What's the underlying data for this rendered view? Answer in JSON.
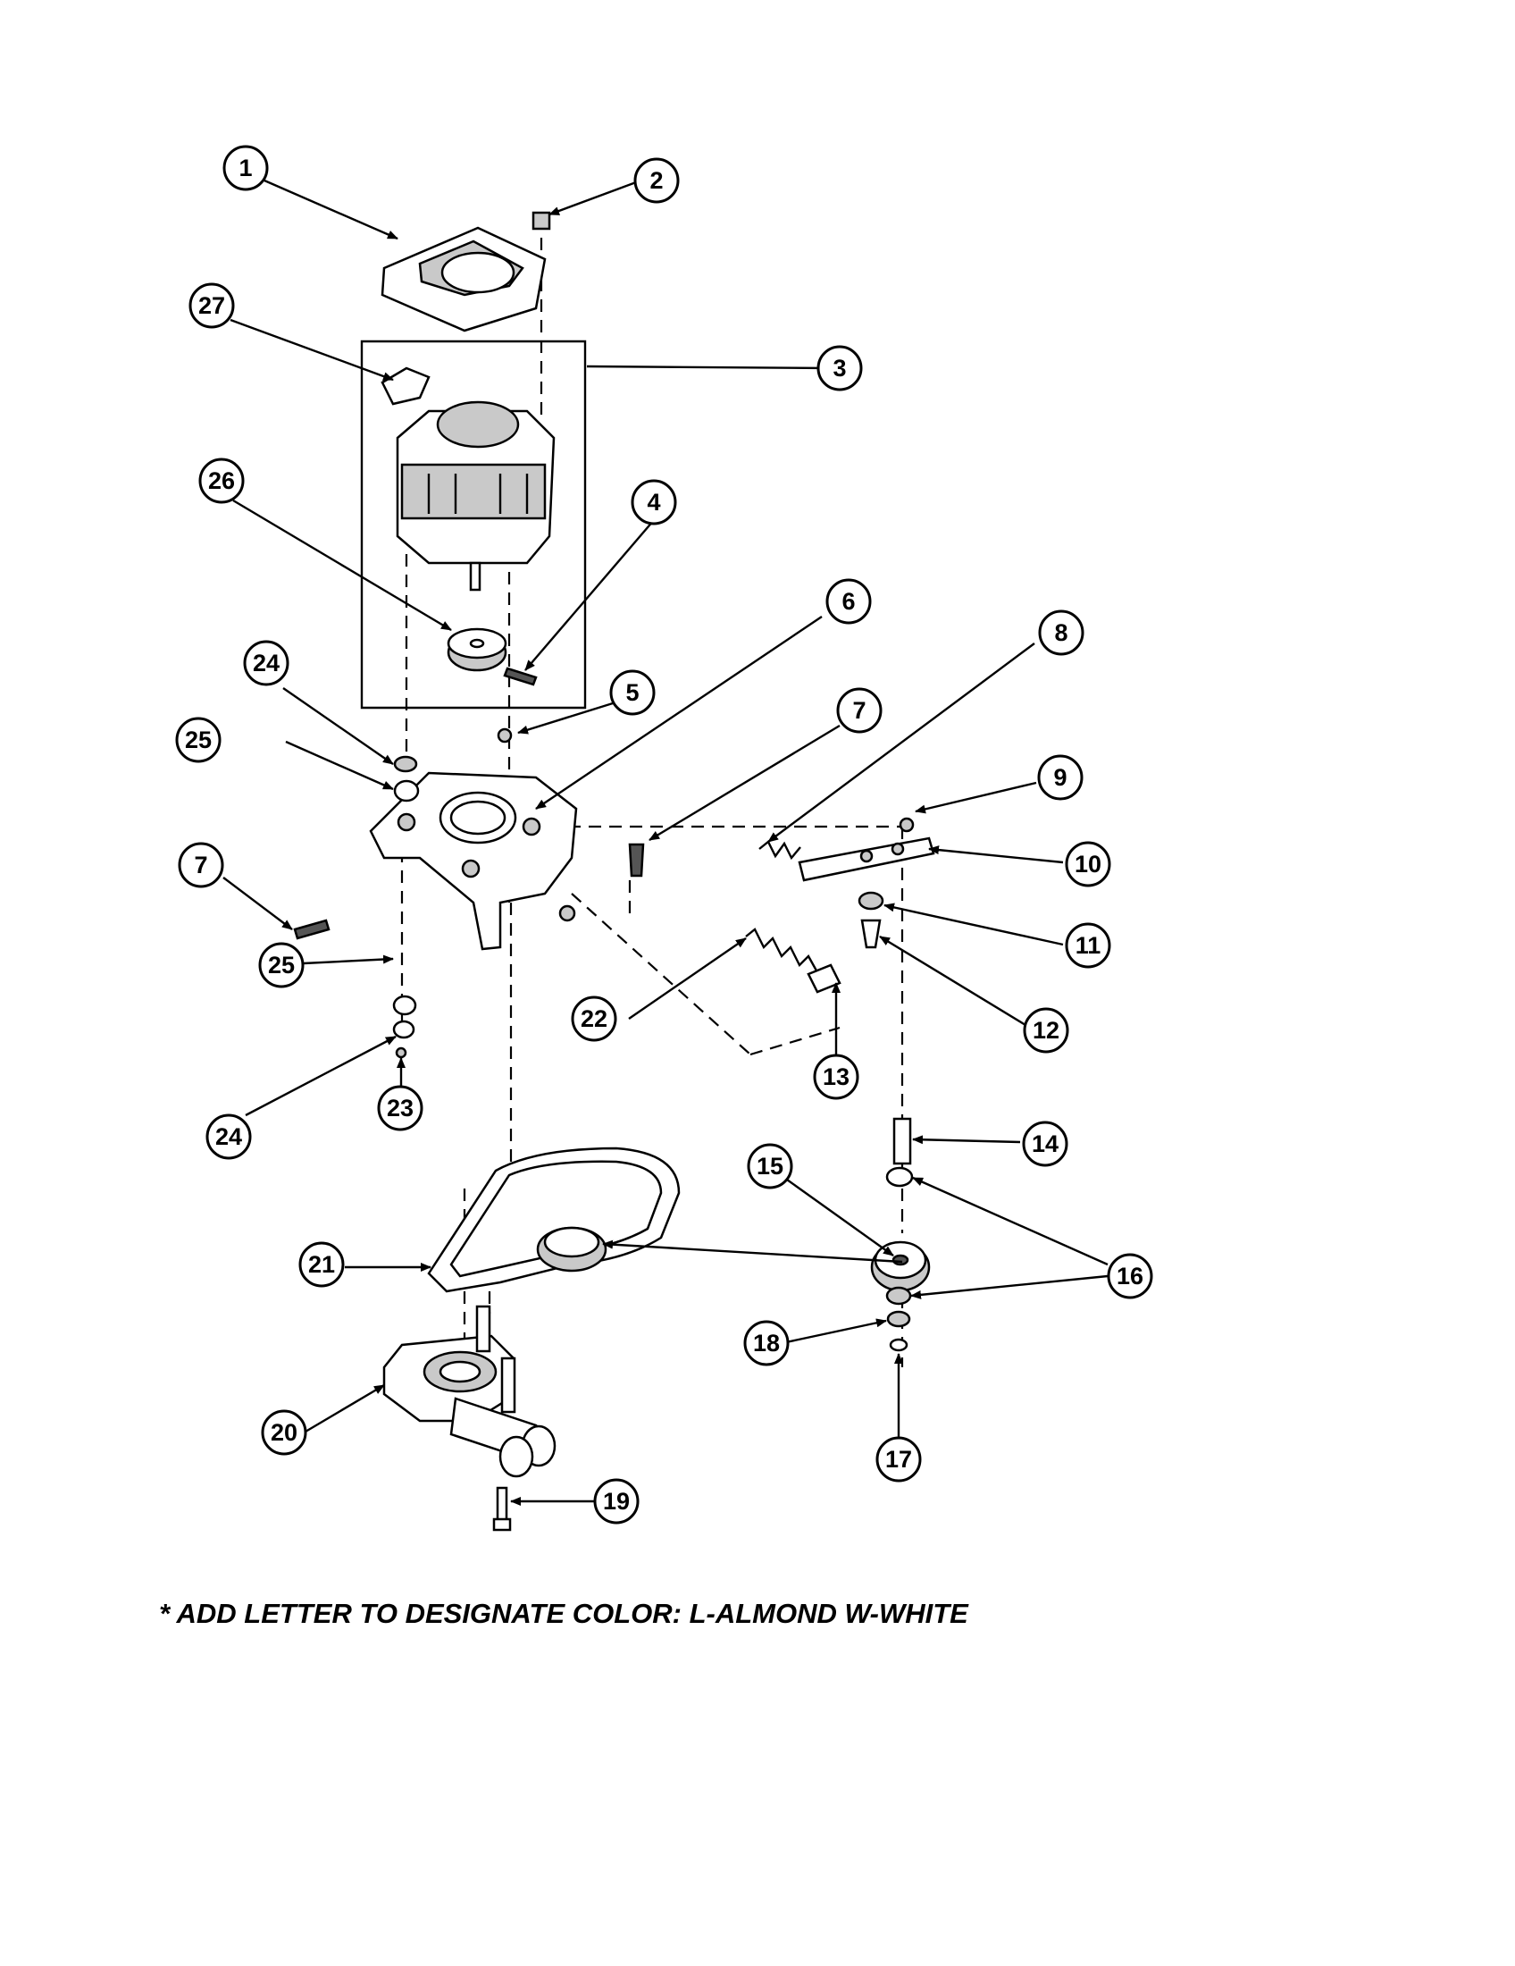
{
  "callouts": [
    {
      "num": "1"
    },
    {
      "num": "2"
    },
    {
      "num": "3"
    },
    {
      "num": "4"
    },
    {
      "num": "5"
    },
    {
      "num": "6"
    },
    {
      "num": "7"
    },
    {
      "num": "7"
    },
    {
      "num": "8"
    },
    {
      "num": "9"
    },
    {
      "num": "10"
    },
    {
      "num": "11"
    },
    {
      "num": "12"
    },
    {
      "num": "13"
    },
    {
      "num": "14"
    },
    {
      "num": "15"
    },
    {
      "num": "16"
    },
    {
      "num": "17"
    },
    {
      "num": "18"
    },
    {
      "num": "19"
    },
    {
      "num": "20"
    },
    {
      "num": "21"
    },
    {
      "num": "22"
    },
    {
      "num": "23"
    },
    {
      "num": "24"
    },
    {
      "num": "24"
    },
    {
      "num": "25"
    },
    {
      "num": "25"
    },
    {
      "num": "26"
    },
    {
      "num": "27"
    }
  ],
  "footnote": "* ADD LETTER TO DESIGNATE COLOR: L-ALMOND  W-WHITE"
}
